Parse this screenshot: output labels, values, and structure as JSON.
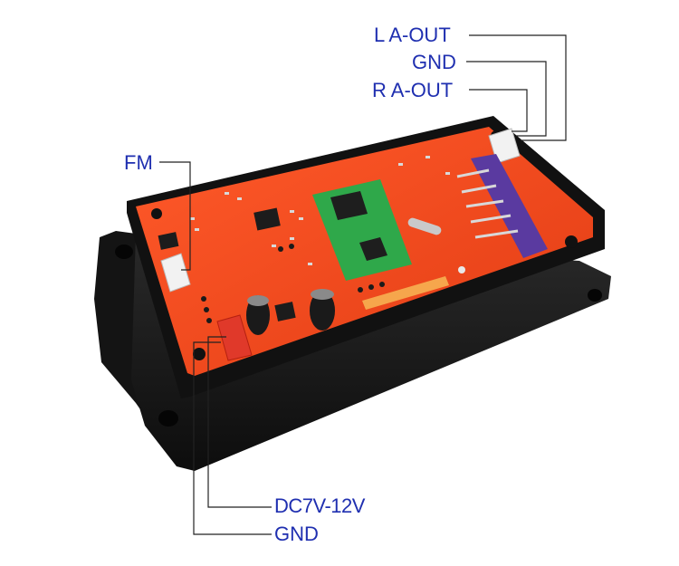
{
  "labels": {
    "l_a_out": "L A-OUT",
    "gnd_top": "GND",
    "r_a_out": "R A-OUT",
    "fm": "FM",
    "dc_input": "DC7V-12V",
    "gnd_bottom": "GND"
  },
  "colors": {
    "label_text": "#1f2fb0",
    "pcb": "#f2481e",
    "enclosure": "#1a1a1a",
    "bluetooth_module": "#2fa84a",
    "display_connector": "#5a3aa0",
    "leader_line": "#222222"
  }
}
